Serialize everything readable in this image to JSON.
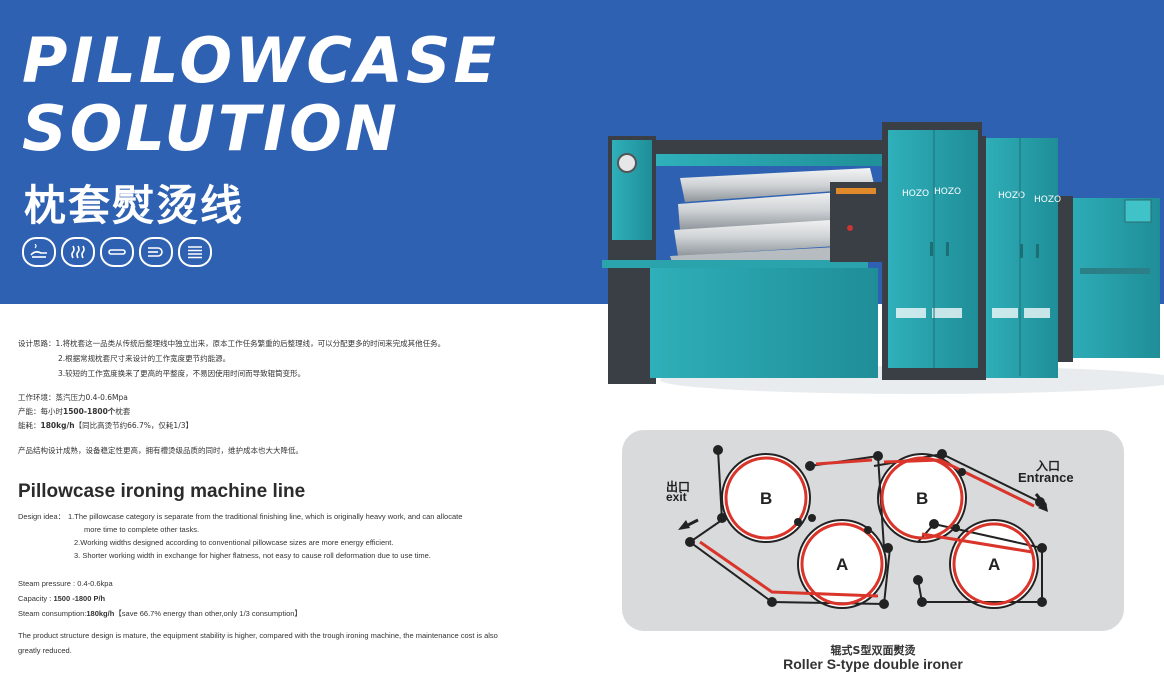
{
  "header": {
    "title_line1": "PILLOWCASE",
    "title_line2": "SOLUTION",
    "title_cn": "枕套熨烫线"
  },
  "feature_icons": [
    "steam-hand-icon",
    "steam-icon",
    "flat-sheet-icon",
    "roll-icon",
    "stack-icon"
  ],
  "machine": {
    "brand": "HOZO"
  },
  "cn": {
    "design_label": "设计思路：",
    "design_1": "1.将枕套这一品类从传统后整理线中独立出来，原本工作任务繁重的后整理线，可以分配更多的时间来完成其他任务。",
    "design_2": "2.根据常规枕套尺寸来设计的工作宽度更节约能源。",
    "design_3": "3.较短的工作宽度换来了更高的平整度，不易因使用时间而导致辊筒变形。",
    "env_label": "工作环境：",
    "env_value": "蒸汽压力0.4-0.6Mpa",
    "capacity_label": "产能：",
    "capacity_pre": "每小时",
    "capacity_value": "1500-1800个",
    "capacity_unit": "枕套",
    "energy_label": "能耗：",
    "energy_value": "180kg/h",
    "energy_note": "【同比高烫节约66.7%，仅耗1/3】",
    "structure": "产品结构设计成熟，设备稳定性更高，拥有槽烫级品质的同时，维护成本也大大降低。"
  },
  "en": {
    "heading": "Pillowcase ironing machine line",
    "design_label": "Design idea：",
    "design_1": "1.The pillowcase category is separate from the traditional finishing line, which is originally heavy work, and can allocate",
    "design_1b": "more time to complete other tasks.",
    "design_2": "2.Working widths designed according to conventional pillowcase sizes are more energy efficient.",
    "design_3": "3. Shorter working width in exchange for higher flatness, not easy to cause roll deformation due to use time.",
    "steam_label": "Steam pressure : ",
    "steam_value": "0.4-0.6kpa",
    "capacity_label": "Capacity : ",
    "capacity_value": "1500 -1800 P/h",
    "consumption_label": "Steam consumption:",
    "consumption_value": "180kg/h",
    "consumption_note": "【save 66.7% energy than other,only 1/3 consumption】",
    "structure": "The product structure design is mature, the equipment stability is higher, compared with the trough ironing machine, the maintenance cost is also greatly reduced."
  },
  "diagram": {
    "exit_cn": "出口",
    "exit_en": "exit",
    "entrance_cn": "入口",
    "entrance_en": "Entrance",
    "roller_b1": "B",
    "roller_a1": "A",
    "roller_b2": "B",
    "roller_a2": "A",
    "caption_cn": "辊式S型双面熨烫",
    "caption_en": "Roller S-type double ironer",
    "belt_color": "#d9352b"
  },
  "colors": {
    "banner": "#2f61b2",
    "machine_body": "#2aa3ad",
    "frame": "#3a3f45"
  }
}
